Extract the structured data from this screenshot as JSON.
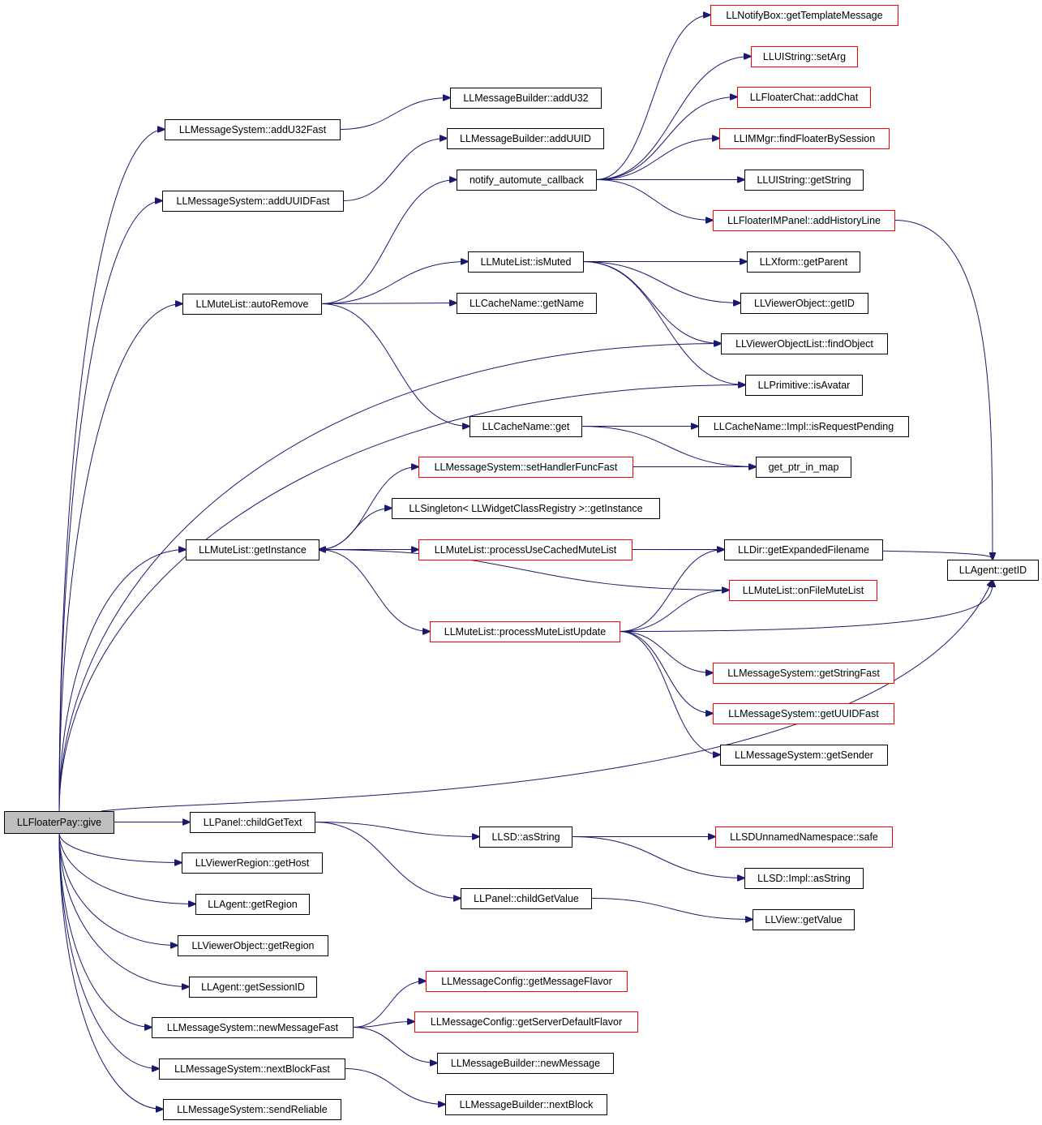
{
  "colors": {
    "edge": "#191970",
    "border_normal": "#000000",
    "border_truncated": "#ff0000",
    "root_fill": "#bfbfbf"
  },
  "nodes": [
    {
      "id": "root",
      "label": "LLFloaterPay::give",
      "style": "root"
    },
    {
      "id": "addU32Fast",
      "label": "LLMessageSystem::addU32Fast",
      "style": "normal"
    },
    {
      "id": "addU32",
      "label": "LLMessageBuilder::addU32",
      "style": "normal"
    },
    {
      "id": "addUUIDFast",
      "label": "LLMessageSystem::addUUIDFast",
      "style": "normal"
    },
    {
      "id": "addUUID",
      "label": "LLMessageBuilder::addUUID",
      "style": "normal"
    },
    {
      "id": "autoRemove",
      "label": "LLMuteList::autoRemove",
      "style": "normal"
    },
    {
      "id": "notify",
      "label": "notify_automute_callback",
      "style": "normal"
    },
    {
      "id": "getTemplateMessage",
      "label": "LLNotifyBox::getTemplateMessage",
      "style": "red"
    },
    {
      "id": "setArg",
      "label": "LLUIString::setArg",
      "style": "red"
    },
    {
      "id": "addChat",
      "label": "LLFloaterChat::addChat",
      "style": "red"
    },
    {
      "id": "findFloater",
      "label": "LLIMMgr::findFloaterBySession",
      "style": "red"
    },
    {
      "id": "getString",
      "label": "LLUIString::getString",
      "style": "normal"
    },
    {
      "id": "addHistoryLine",
      "label": "LLFloaterIMPanel::addHistoryLine",
      "style": "red"
    },
    {
      "id": "isMuted",
      "label": "LLMuteList::isMuted",
      "style": "normal"
    },
    {
      "id": "getParent",
      "label": "LLXform::getParent",
      "style": "normal"
    },
    {
      "id": "objGetID",
      "label": "LLViewerObject::getID",
      "style": "normal"
    },
    {
      "id": "findObject",
      "label": "LLViewerObjectList::findObject",
      "style": "normal"
    },
    {
      "id": "isAvatar",
      "label": "LLPrimitive::isAvatar",
      "style": "normal"
    },
    {
      "id": "getName",
      "label": "LLCacheName::getName",
      "style": "normal"
    },
    {
      "id": "cacheGet",
      "label": "LLCacheName::get",
      "style": "normal"
    },
    {
      "id": "isRequestPending",
      "label": "LLCacheName::Impl::isRequestPending",
      "style": "normal"
    },
    {
      "id": "getPtrInMap",
      "label": "get_ptr_in_map",
      "style": "normal"
    },
    {
      "id": "setHandler",
      "label": "LLMessageSystem::setHandlerFuncFast",
      "style": "red"
    },
    {
      "id": "singleton",
      "label": "LLSingleton< LLWidgetClassRegistry >::getInstance",
      "style": "normal"
    },
    {
      "id": "getInstance",
      "label": "LLMuteList::getInstance",
      "style": "normal"
    },
    {
      "id": "processUseCached",
      "label": "LLMuteList::processUseCachedMuteList",
      "style": "red"
    },
    {
      "id": "getExpanded",
      "label": "LLDir::getExpandedFilename",
      "style": "normal"
    },
    {
      "id": "agentGetID",
      "label": "LLAgent::getID",
      "style": "normal"
    },
    {
      "id": "onFileMuteList",
      "label": "LLMuteList::onFileMuteList",
      "style": "red"
    },
    {
      "id": "processMuteUpdate",
      "label": "LLMuteList::processMuteListUpdate",
      "style": "red"
    },
    {
      "id": "getStringFast",
      "label": "LLMessageSystem::getStringFast",
      "style": "red"
    },
    {
      "id": "getUUIDFast",
      "label": "LLMessageSystem::getUUIDFast",
      "style": "red"
    },
    {
      "id": "getSender",
      "label": "LLMessageSystem::getSender",
      "style": "normal"
    },
    {
      "id": "childGetText",
      "label": "LLPanel::childGetText",
      "style": "normal"
    },
    {
      "id": "asString",
      "label": "LLSD::asString",
      "style": "normal"
    },
    {
      "id": "safe",
      "label": "LLSDUnnamedNamespace::safe",
      "style": "red"
    },
    {
      "id": "implAsString",
      "label": "LLSD::Impl::asString",
      "style": "normal"
    },
    {
      "id": "childGetValue",
      "label": "LLPanel::childGetValue",
      "style": "normal"
    },
    {
      "id": "viewGetValue",
      "label": "LLView::getValue",
      "style": "normal"
    },
    {
      "id": "getHost",
      "label": "LLViewerRegion::getHost",
      "style": "normal"
    },
    {
      "id": "agentGetRegion",
      "label": "LLAgent::getRegion",
      "style": "normal"
    },
    {
      "id": "objGetRegion",
      "label": "LLViewerObject::getRegion",
      "style": "normal"
    },
    {
      "id": "getSessionID",
      "label": "LLAgent::getSessionID",
      "style": "normal"
    },
    {
      "id": "newMessageFast",
      "label": "LLMessageSystem::newMessageFast",
      "style": "normal"
    },
    {
      "id": "getMessageFlavor",
      "label": "LLMessageConfig::getMessageFlavor",
      "style": "red"
    },
    {
      "id": "getServerDefault",
      "label": "LLMessageConfig::getServerDefaultFlavor",
      "style": "red"
    },
    {
      "id": "newMessage",
      "label": "LLMessageBuilder::newMessage",
      "style": "normal"
    },
    {
      "id": "nextBlockFast",
      "label": "LLMessageSystem::nextBlockFast",
      "style": "normal"
    },
    {
      "id": "nextBlock",
      "label": "LLMessageBuilder::nextBlock",
      "style": "normal"
    },
    {
      "id": "sendReliable",
      "label": "LLMessageSystem::sendReliable",
      "style": "normal"
    }
  ],
  "edges": [
    [
      "root",
      "addU32Fast"
    ],
    [
      "root",
      "addUUIDFast"
    ],
    [
      "root",
      "autoRemove"
    ],
    [
      "root",
      "findObject"
    ],
    [
      "root",
      "isAvatar"
    ],
    [
      "root",
      "getInstance"
    ],
    [
      "root",
      "agentGetID"
    ],
    [
      "root",
      "childGetText"
    ],
    [
      "root",
      "getHost"
    ],
    [
      "root",
      "agentGetRegion"
    ],
    [
      "root",
      "objGetRegion"
    ],
    [
      "root",
      "getSessionID"
    ],
    [
      "root",
      "newMessageFast"
    ],
    [
      "root",
      "nextBlockFast"
    ],
    [
      "root",
      "sendReliable"
    ],
    [
      "addU32Fast",
      "addU32"
    ],
    [
      "addUUIDFast",
      "addUUID"
    ],
    [
      "autoRemove",
      "notify"
    ],
    [
      "autoRemove",
      "isMuted"
    ],
    [
      "autoRemove",
      "getName"
    ],
    [
      "autoRemove",
      "cacheGet"
    ],
    [
      "notify",
      "getTemplateMessage"
    ],
    [
      "notify",
      "setArg"
    ],
    [
      "notify",
      "addChat"
    ],
    [
      "notify",
      "findFloater"
    ],
    [
      "notify",
      "getString"
    ],
    [
      "notify",
      "addHistoryLine"
    ],
    [
      "addHistoryLine",
      "agentGetID"
    ],
    [
      "isMuted",
      "getParent"
    ],
    [
      "isMuted",
      "objGetID"
    ],
    [
      "isMuted",
      "findObject"
    ],
    [
      "isMuted",
      "isAvatar"
    ],
    [
      "cacheGet",
      "isRequestPending"
    ],
    [
      "cacheGet",
      "getPtrInMap"
    ],
    [
      "setHandler",
      "getPtrInMap"
    ],
    [
      "getInstance",
      "setHandler"
    ],
    [
      "getInstance",
      "singleton"
    ],
    [
      "getInstance",
      "processUseCached"
    ],
    [
      "getInstance",
      "processMuteUpdate"
    ],
    [
      "processUseCached",
      "getInstance"
    ],
    [
      "processUseCached",
      "getExpanded"
    ],
    [
      "processUseCached",
      "agentGetID"
    ],
    [
      "onFileMuteList",
      "getInstance"
    ],
    [
      "processMuteUpdate",
      "getExpanded"
    ],
    [
      "processMuteUpdate",
      "onFileMuteList"
    ],
    [
      "processMuteUpdate",
      "agentGetID"
    ],
    [
      "processMuteUpdate",
      "getStringFast"
    ],
    [
      "processMuteUpdate",
      "getUUIDFast"
    ],
    [
      "processMuteUpdate",
      "getSender"
    ],
    [
      "childGetText",
      "asString"
    ],
    [
      "childGetText",
      "childGetValue"
    ],
    [
      "asString",
      "safe"
    ],
    [
      "asString",
      "implAsString"
    ],
    [
      "childGetValue",
      "viewGetValue"
    ],
    [
      "newMessageFast",
      "getMessageFlavor"
    ],
    [
      "newMessageFast",
      "getServerDefault"
    ],
    [
      "newMessageFast",
      "newMessage"
    ],
    [
      "nextBlockFast",
      "nextBlock"
    ]
  ]
}
